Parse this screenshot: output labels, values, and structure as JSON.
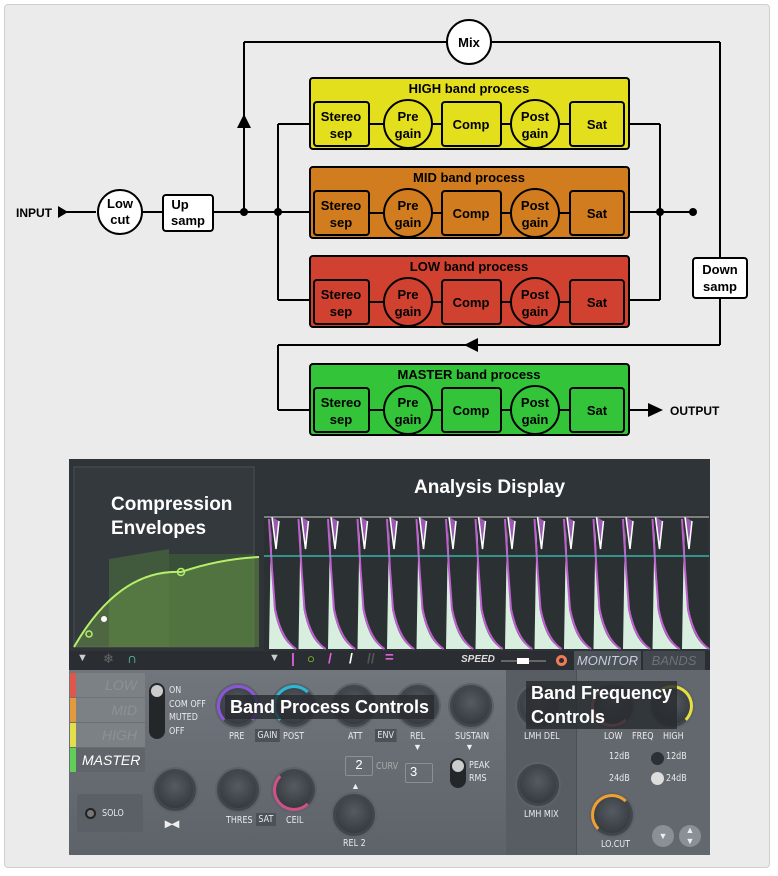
{
  "diagram": {
    "input": "INPUT",
    "output": "OUTPUT",
    "low_cut": [
      "Low",
      "cut"
    ],
    "up_samp": [
      "Up",
      "samp"
    ],
    "down_samp": [
      "Down",
      "samp"
    ],
    "mix": "Mix",
    "bands": [
      {
        "title": "HIGH band process",
        "color": "#e4df1d"
      },
      {
        "title": "MID band process",
        "color": "#d17c1e"
      },
      {
        "title": "LOW band process",
        "color": "#d0422f"
      },
      {
        "title": "MASTER band process",
        "color": "#33c43a"
      }
    ],
    "stages": {
      "stereo": [
        "Stereo",
        "sep"
      ],
      "pre": [
        "Pre",
        "gain"
      ],
      "comp": "Comp",
      "post": [
        "Post",
        "gain"
      ],
      "sat": "Sat"
    }
  },
  "plugin": {
    "overlays": {
      "envelopes": [
        "Compression",
        "Envelopes"
      ],
      "analysis": "Analysis Display",
      "band_process": "Band Process Controls",
      "band_freq": [
        "Band Frequency",
        "Controls"
      ]
    },
    "toolbar": {
      "speed": "SPEED",
      "monitor": "MONITOR",
      "bands": "BANDS"
    },
    "band_list": [
      "LOW",
      "MID",
      "HIGH",
      "MASTER"
    ],
    "band_colors": [
      "#e0564a",
      "#e39a3f",
      "#e3df4a",
      "#5fcf58"
    ],
    "mode": [
      "ON",
      "COM OFF",
      "MUTED",
      "OFF"
    ],
    "solo": "SOLO",
    "labels": {
      "pre": "PRE",
      "gain": "GAIN",
      "post": "POST",
      "att": "ATT",
      "env": "ENV",
      "rel": "REL",
      "sustain": "SUSTAIN",
      "lmh_del": "LMH DEL",
      "low": "LOW",
      "freq": "FREQ",
      "high": "HIGH",
      "thres": "THRES",
      "sat": "SAT",
      "ceil": "CEIL",
      "rel2": "REL 2",
      "lmh_mix": "LMH MIX",
      "lo_cut": "LO.CUT",
      "peak": "PEAK",
      "rms": "RMS",
      "curve": "CURV",
      "db12": "12dB",
      "db24": "24dB",
      "db12b": "12dB",
      "db24b": "24dB"
    },
    "spin1": "2",
    "spin2": "3"
  }
}
